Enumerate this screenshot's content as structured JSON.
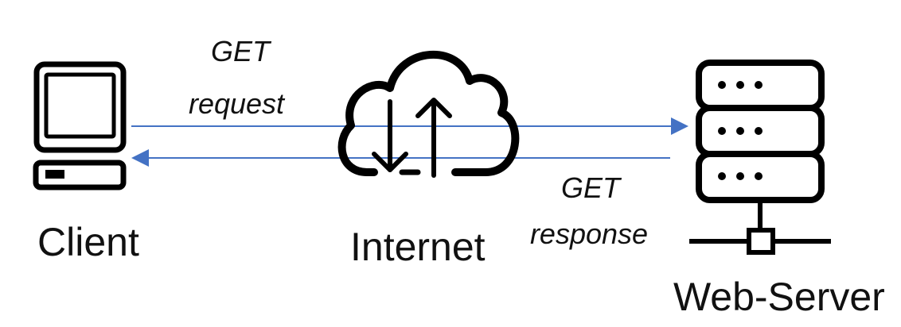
{
  "nodes": {
    "client": {
      "label": "Client",
      "icon": "laptop-icon"
    },
    "internet": {
      "label": "Internet",
      "icon": "cloud-upload-download-icon"
    },
    "server": {
      "label": "Web-Server",
      "icon": "server-rack-icon"
    }
  },
  "messages": {
    "request": {
      "line1": "GET",
      "line2": "request"
    },
    "response": {
      "line1": "GET",
      "line2": "response"
    }
  },
  "colors": {
    "arrow": "#4472C4",
    "icon": "#000000",
    "text": "#111111"
  }
}
